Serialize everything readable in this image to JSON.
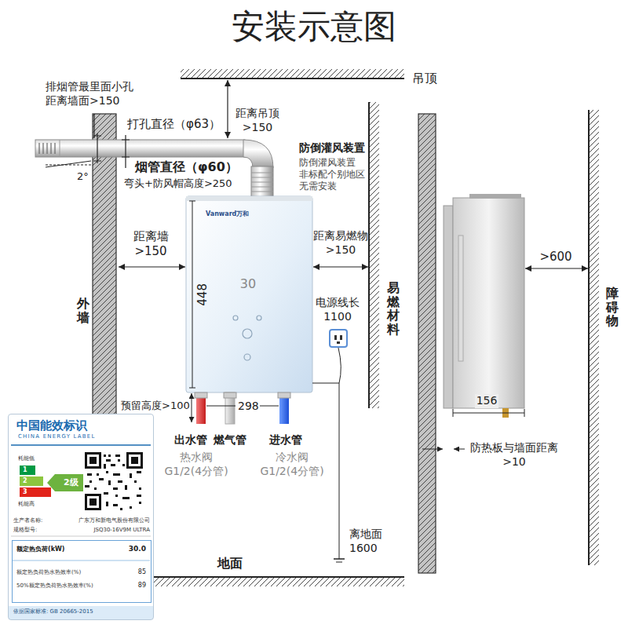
{
  "diagram": {
    "title": "安装示意图",
    "nodes": [
      {
        "text": [
          "中国能效标识",
          "CHINA ENERGY LABEL",
          "耗能低",
          "1",
          "2",
          "3",
          "2级",
          "耗能高",
          "生产者名称:",
          "广东万和新电气股份有限公司",
          "规格型号:",
          "JSQ30-16V9M ULTRA",
          "依据国家标准: GB 20665-2015"
        ]
      },
      {
        "text": [
          "额定热负荷(kW)",
          "30.0",
          "额定热负荷热水热效率(%)",
          "85",
          "50%额定热负荷热水热效率(%)",
          "89"
        ],
        "in": 0
      }
    ],
    "labels": [
      "吊顶",
      "排烟管最里面小孔 距离墙面>150",
      "距离吊顶 >150",
      "打孔直径（φ63）",
      "2°",
      "烟管直径（φ60）",
      "弯头+防风帽高度>250",
      "防倒灌风装置",
      "防倒灌风装置 非标配个别地区 无需安装",
      "距离墙 >150",
      "距离易燃物 >150",
      "外墙",
      "448",
      "Vanward万和",
      "30",
      "电源线长 1100",
      "易燃材料",
      ">600",
      "障碍物",
      "预留高度>100",
      "298",
      "出水管",
      "燃气管",
      "进水管",
      "热水阀 G1/2(4分管)",
      "冷水阀 G1/2(4分管)",
      "156",
      "防热板与墙面距离 >10",
      "离地面 1600",
      "地面"
    ]
  }
}
